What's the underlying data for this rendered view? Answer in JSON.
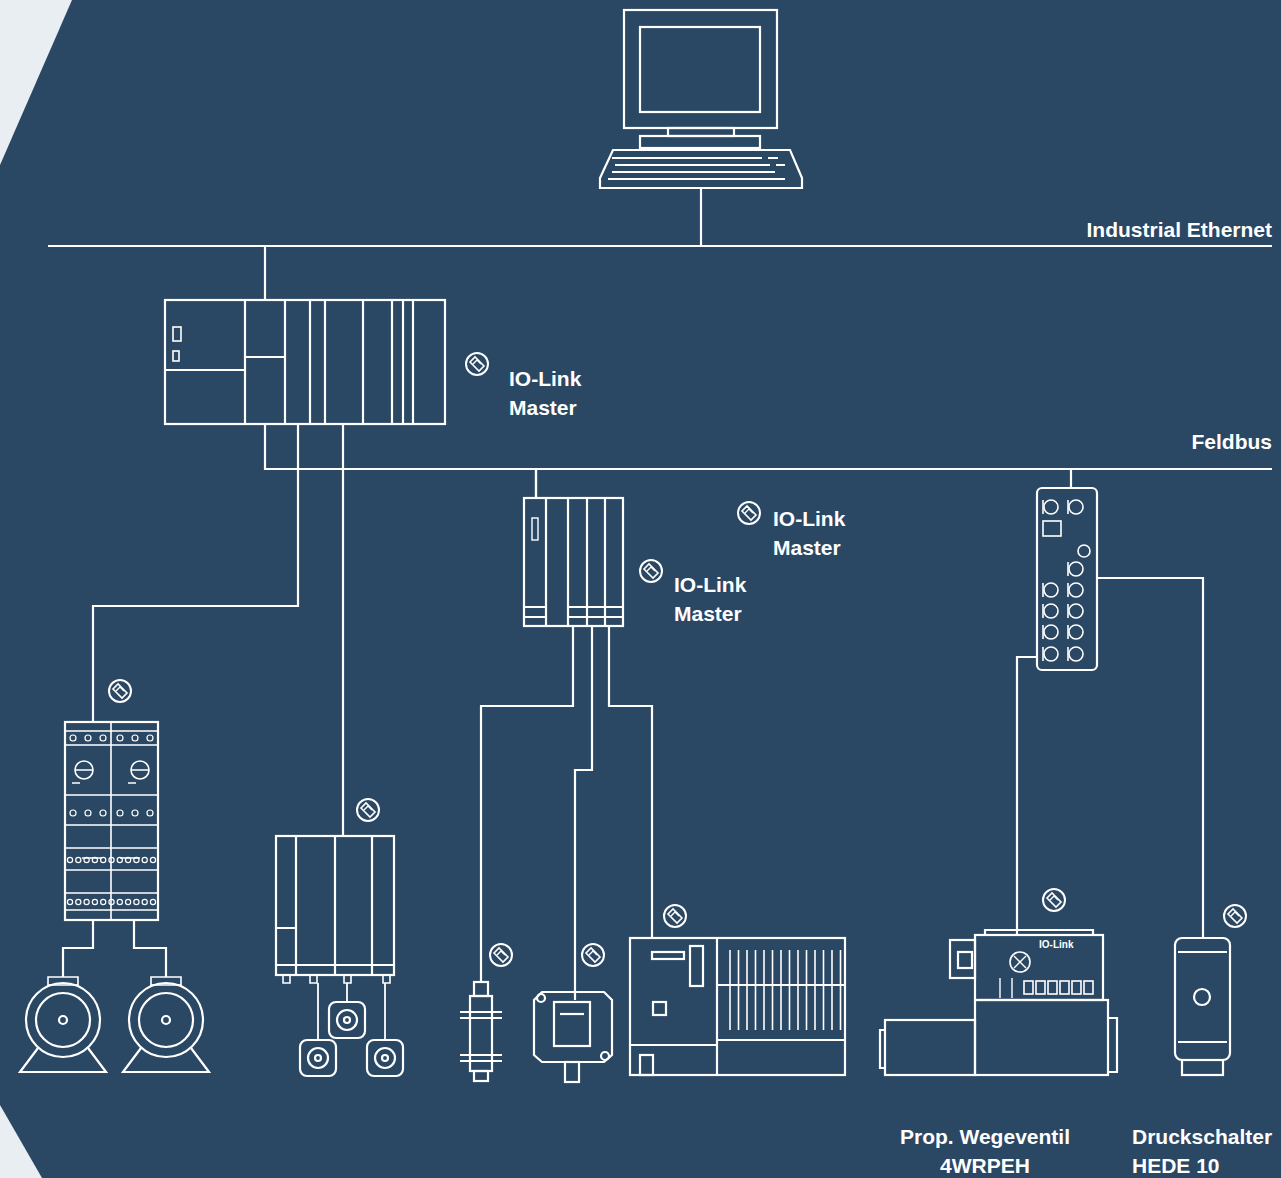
{
  "diagram": {
    "nodes": [
      {
        "text": [
          "IO-Link Master"
        ]
      },
      {
        "text": [
          "IO-Link Master",
          "IO-Link Master"
        ]
      },
      {
        "text": [
          "IO-Link",
          "Prop. Wegeventil 4WRPEH"
        ]
      },
      {
        "text": [
          "Druckschalter HEDE 10"
        ]
      }
    ],
    "edges": [
      {
        "from": 0,
        "to": 1,
        "arrow": "none"
      }
    ],
    "labels": [
      "Industrial Ethernet",
      "Feldbus"
    ]
  }
}
